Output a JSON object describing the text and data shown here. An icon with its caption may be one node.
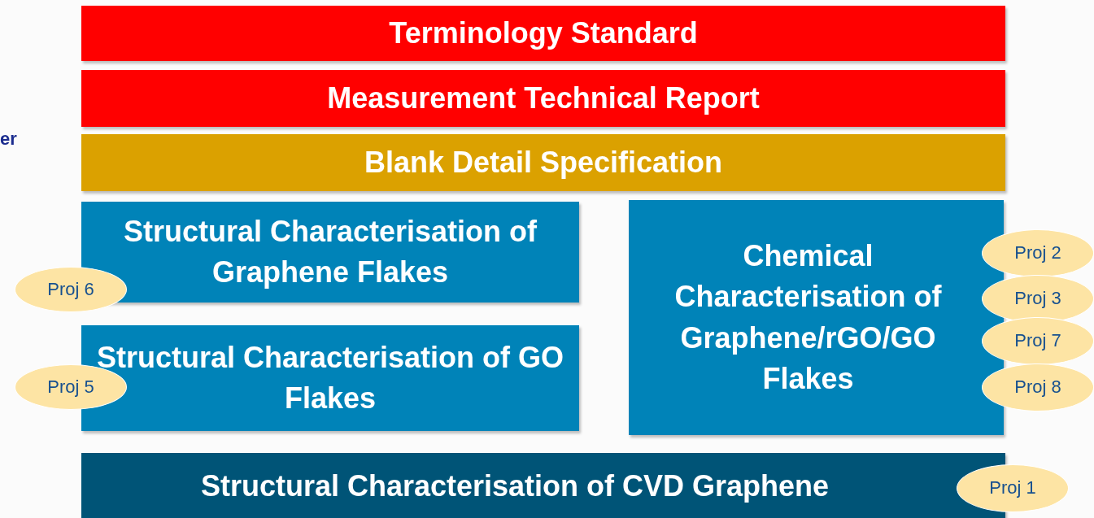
{
  "diagram": {
    "nodes": [
      {
        "text": [
          "Terminology Standard"
        ]
      },
      {
        "text": [
          "Measurement Technical Report"
        ]
      },
      {
        "text": [
          "Blank Detail Specification"
        ]
      },
      {
        "text": [
          "Structural Characterisation of Graphene Flakes"
        ]
      },
      {
        "text": [
          "Structural Characterisation of GO Flakes"
        ]
      },
      {
        "text": [
          "Chemical Characterisation of Graphene/rGO/GO Flakes"
        ]
      },
      {
        "text": [
          "Structural Characterisation of CVD Graphene"
        ]
      },
      {
        "text": [
          "Proj 6"
        ]
      },
      {
        "text": [
          "Proj 5"
        ]
      },
      {
        "text": [
          "Proj 2"
        ]
      },
      {
        "text": [
          "Proj 3"
        ]
      },
      {
        "text": [
          "Proj 7"
        ]
      },
      {
        "text": [
          "Proj 8"
        ]
      },
      {
        "text": [
          "Proj 1"
        ]
      }
    ],
    "labels": [
      "er"
    ]
  }
}
